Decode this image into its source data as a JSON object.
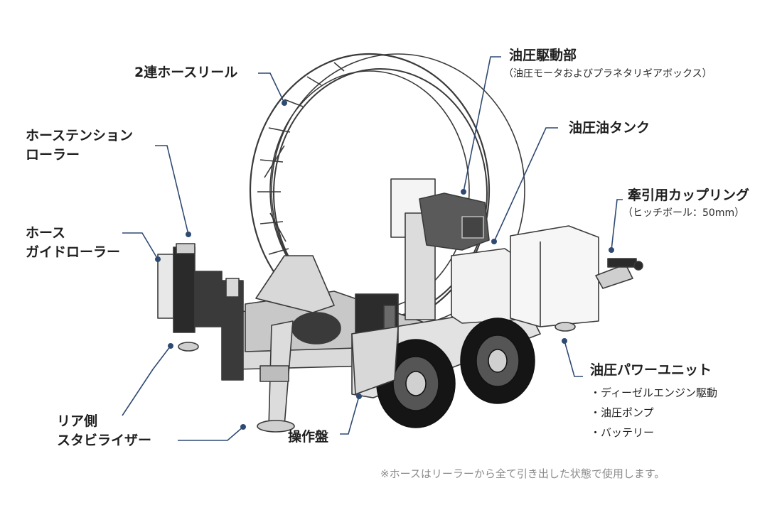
{
  "colors": {
    "leader": "#2f4a72",
    "outline": "#3a3a3a",
    "light": "#e9e9e9",
    "mid": "#cfcfcf",
    "dark": "#1e1e1e",
    "tire": "#151515"
  },
  "labels": {
    "hose_reel": "2連ホースリール",
    "tension_roller_1": "ホーステンション",
    "tension_roller_2": "ローラー",
    "guide_roller_1": "ホース",
    "guide_roller_2": "ガイドローラー",
    "rear_stabilizer_1": "リア側",
    "rear_stabilizer_2": "スタビライザー",
    "control_panel": "操作盤",
    "hydraulic_drive": "油圧駆動部",
    "hydraulic_drive_sub": "（油圧モータおよびプラネタリギアボックス）",
    "oil_tank": "油圧油タンク",
    "coupling": "牽引用カップリング",
    "coupling_sub": "（ヒッチボール：50mm）",
    "power_unit": "油圧パワーユニット",
    "power_unit_items": [
      "・ディーゼルエンジン駆動",
      "・油圧ポンプ",
      "・バッテリー"
    ],
    "footnote": "※ホースはリーラーから全て引き出した状態で使用します。"
  }
}
